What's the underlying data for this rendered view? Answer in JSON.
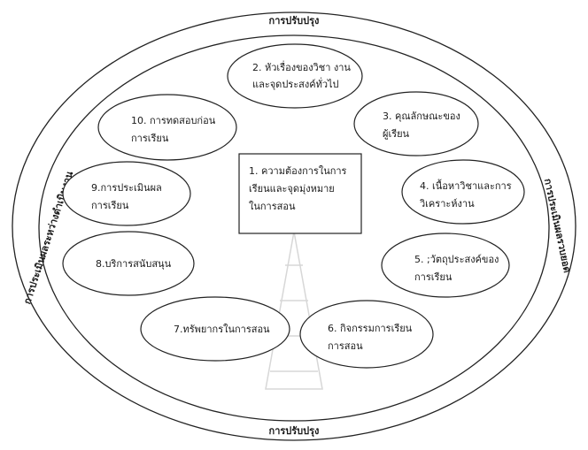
{
  "diagram": {
    "outer_top_label": "การปรับปรุง",
    "outer_bottom_label": "การปรับปรุง",
    "outer_left_label": "การประเมินผลระหว่างดำเนินงาน",
    "outer_right_label": "การประเมินผลรวบยอด",
    "center": {
      "lines": [
        "1. ความต้องการในการ",
        "เรียนและจุดมุ่งหมาย",
        "ในการสอน"
      ]
    },
    "nodes": [
      {
        "id": "node-2",
        "lines": [
          "2. หัวเรื่องของวิชา งาน",
          "และจุดประสงค์ทั่วไป"
        ]
      },
      {
        "id": "node-3",
        "lines": [
          "3. คุณลักษณะของ",
          "ผู้เรียน"
        ]
      },
      {
        "id": "node-4",
        "lines": [
          "4. เนื้อหาวิชาและการ",
          "วิเคราะห์งาน"
        ]
      },
      {
        "id": "node-5",
        "lines": [
          "5. ;วัตถุประสงค์ของ",
          "การเรียน"
        ]
      },
      {
        "id": "node-6",
        "lines": [
          "6. กิจกรรมการเรียน",
          "การสอน"
        ]
      },
      {
        "id": "node-7",
        "lines": [
          "7.ทรัพยากรในการสอน"
        ]
      },
      {
        "id": "node-8",
        "lines": [
          "8.บริการสนับสนุน"
        ]
      },
      {
        "id": "node-9",
        "lines": [
          "9.การประเมินผล",
          "การเรียน"
        ]
      },
      {
        "id": "node-10",
        "lines": [
          "10. การทดสอบก่อน",
          "การเรียน"
        ]
      }
    ]
  }
}
